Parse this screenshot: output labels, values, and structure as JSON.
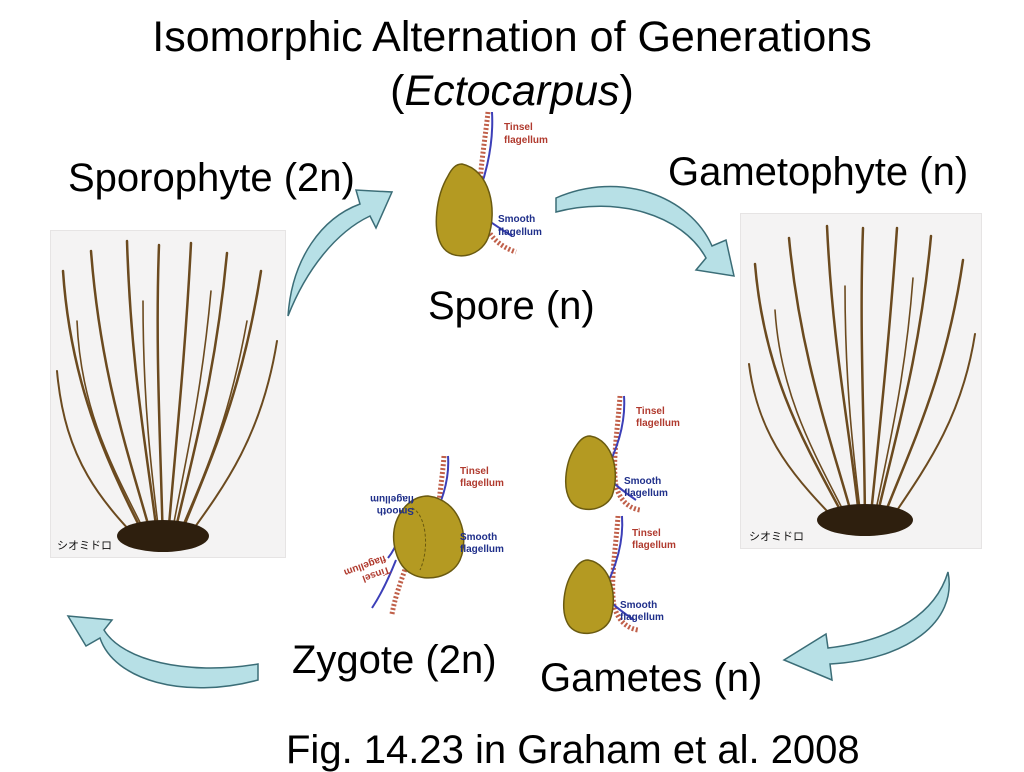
{
  "title": {
    "line1": "Isomorphic Alternation of Generations",
    "paren_open": "(",
    "genus": "Ectocarpus",
    "paren_close": ")"
  },
  "stages": {
    "sporophyte": "Sporophyte (2n)",
    "gametophyte": "Gametophyte (n)",
    "spore": "Spore (n)",
    "zygote": "Zygote (2n)",
    "gametes": "Gametes (n)"
  },
  "flagella": {
    "tinsel_line1": "Tinsel",
    "tinsel_line2": "flagellum",
    "smooth_line1": "Smooth",
    "smooth_line2": "flagellum"
  },
  "photo_caption": "シオミドロ",
  "citation": "Fig. 14.23 in Graham et al. 2008",
  "colors": {
    "arrow_fill": "#b7e0e6",
    "arrow_stroke": "#3b6d77",
    "cell_fill": "#b49a22",
    "tinsel": "#c0604a",
    "smooth": "#3c3fb8",
    "seaweed": "#6b4a1f"
  }
}
